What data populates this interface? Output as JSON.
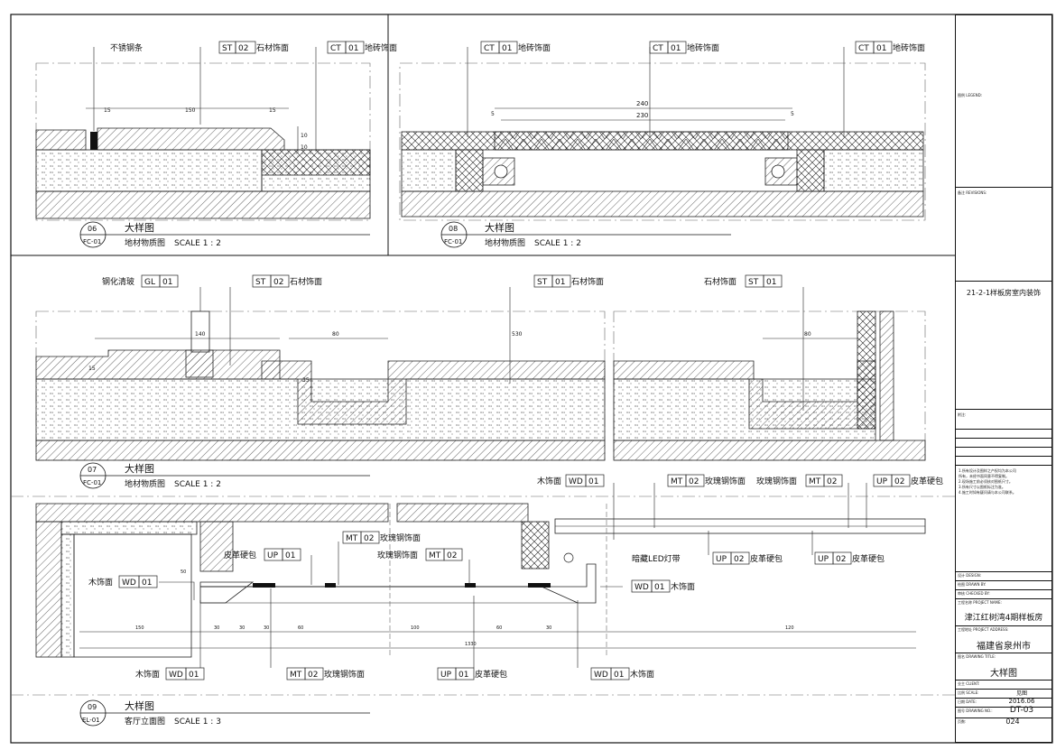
{
  "panels": {
    "p06": {
      "num": "06",
      "ref": "FC-01",
      "title": "大样图",
      "subtitle": "地材物质图",
      "scale": "SCALE 1 : 2"
    },
    "p08": {
      "num": "08",
      "ref": "FC-01",
      "title": "大样图",
      "subtitle": "地材物质图",
      "scale": "SCALE 1 : 2"
    },
    "p07": {
      "num": "07",
      "ref": "FC-01",
      "title": "大样图",
      "subtitle": "地材物质图",
      "scale": "SCALE 1 : 2"
    },
    "p09": {
      "num": "09",
      "ref": "EL-01",
      "title": "大样图",
      "subtitle": "客厅立面图",
      "scale": "SCALE 1 : 3"
    }
  },
  "codes": {
    "st": "ST",
    "ct": "CT",
    "gl": "GL",
    "mt": "MT",
    "up": "UP",
    "wd": "WD",
    "n01": "01",
    "n02": "02"
  },
  "labels": {
    "stainless_strip": "不锈钢条",
    "stone": "石材饰面",
    "floor_tile": "地砖饰面",
    "glass": "钢化清玻",
    "stone_prefix": "石材饰面",
    "wood": "木饰面",
    "rose_steel": "玫瑰钢饰面",
    "rose_steel_prefix": "玫瑰钢饰面",
    "leather": "皮革硬包",
    "leather_prefix": "皮革硬包",
    "led": "暗藏LED灯带"
  },
  "dims": {
    "d15": "15",
    "d150": "150",
    "d10": "10",
    "d5": "5",
    "d240": "240",
    "d230": "230",
    "d140": "140",
    "d80": "80",
    "d530": "530",
    "d35": "35",
    "d50": "50",
    "d30": "30",
    "d60": "60",
    "d100": "100",
    "d120": "120",
    "d1330": "1330"
  },
  "titleblock": {
    "legend": "图例 LEGEND:",
    "revisions": "备注 REVISIONS:",
    "company": "21-2-1样板房室内装饰",
    "remarks": "附注:",
    "notes": [
      "1.所有设计及图样之产权均为本公司",
      "所有，未经书面同意不得复制。",
      "2.现场施工前必须核对图纸尺寸。",
      "3.所有尺寸以图纸标注为准。",
      "4.施工时如有疑问请与本公司联系。"
    ],
    "design": "设计 DESIGN:",
    "drawn": "绘图 DRAWN BY:",
    "checked": "审核 CHECKED BY:",
    "project_label": "工程名称 PROJECT NAME:",
    "project": "津江红树湾4期样板房",
    "address_label": "工程地址 PROJECT ADDRESS:",
    "address": "福建省泉州市",
    "drawing_title_label": "图名 DRAWING TITLE:",
    "drawing_title": "大样图",
    "client_label": "业主 CLIENT:",
    "scale_label": "比例 SCALE:",
    "scale_value": "见图",
    "date_label": "日期 DATE:",
    "date": "2016.06",
    "drawing_no_label": "图号 DRAWING NO.:",
    "drawing_no": "DT-03",
    "sheet_label": "页数:",
    "sheet": "024"
  }
}
